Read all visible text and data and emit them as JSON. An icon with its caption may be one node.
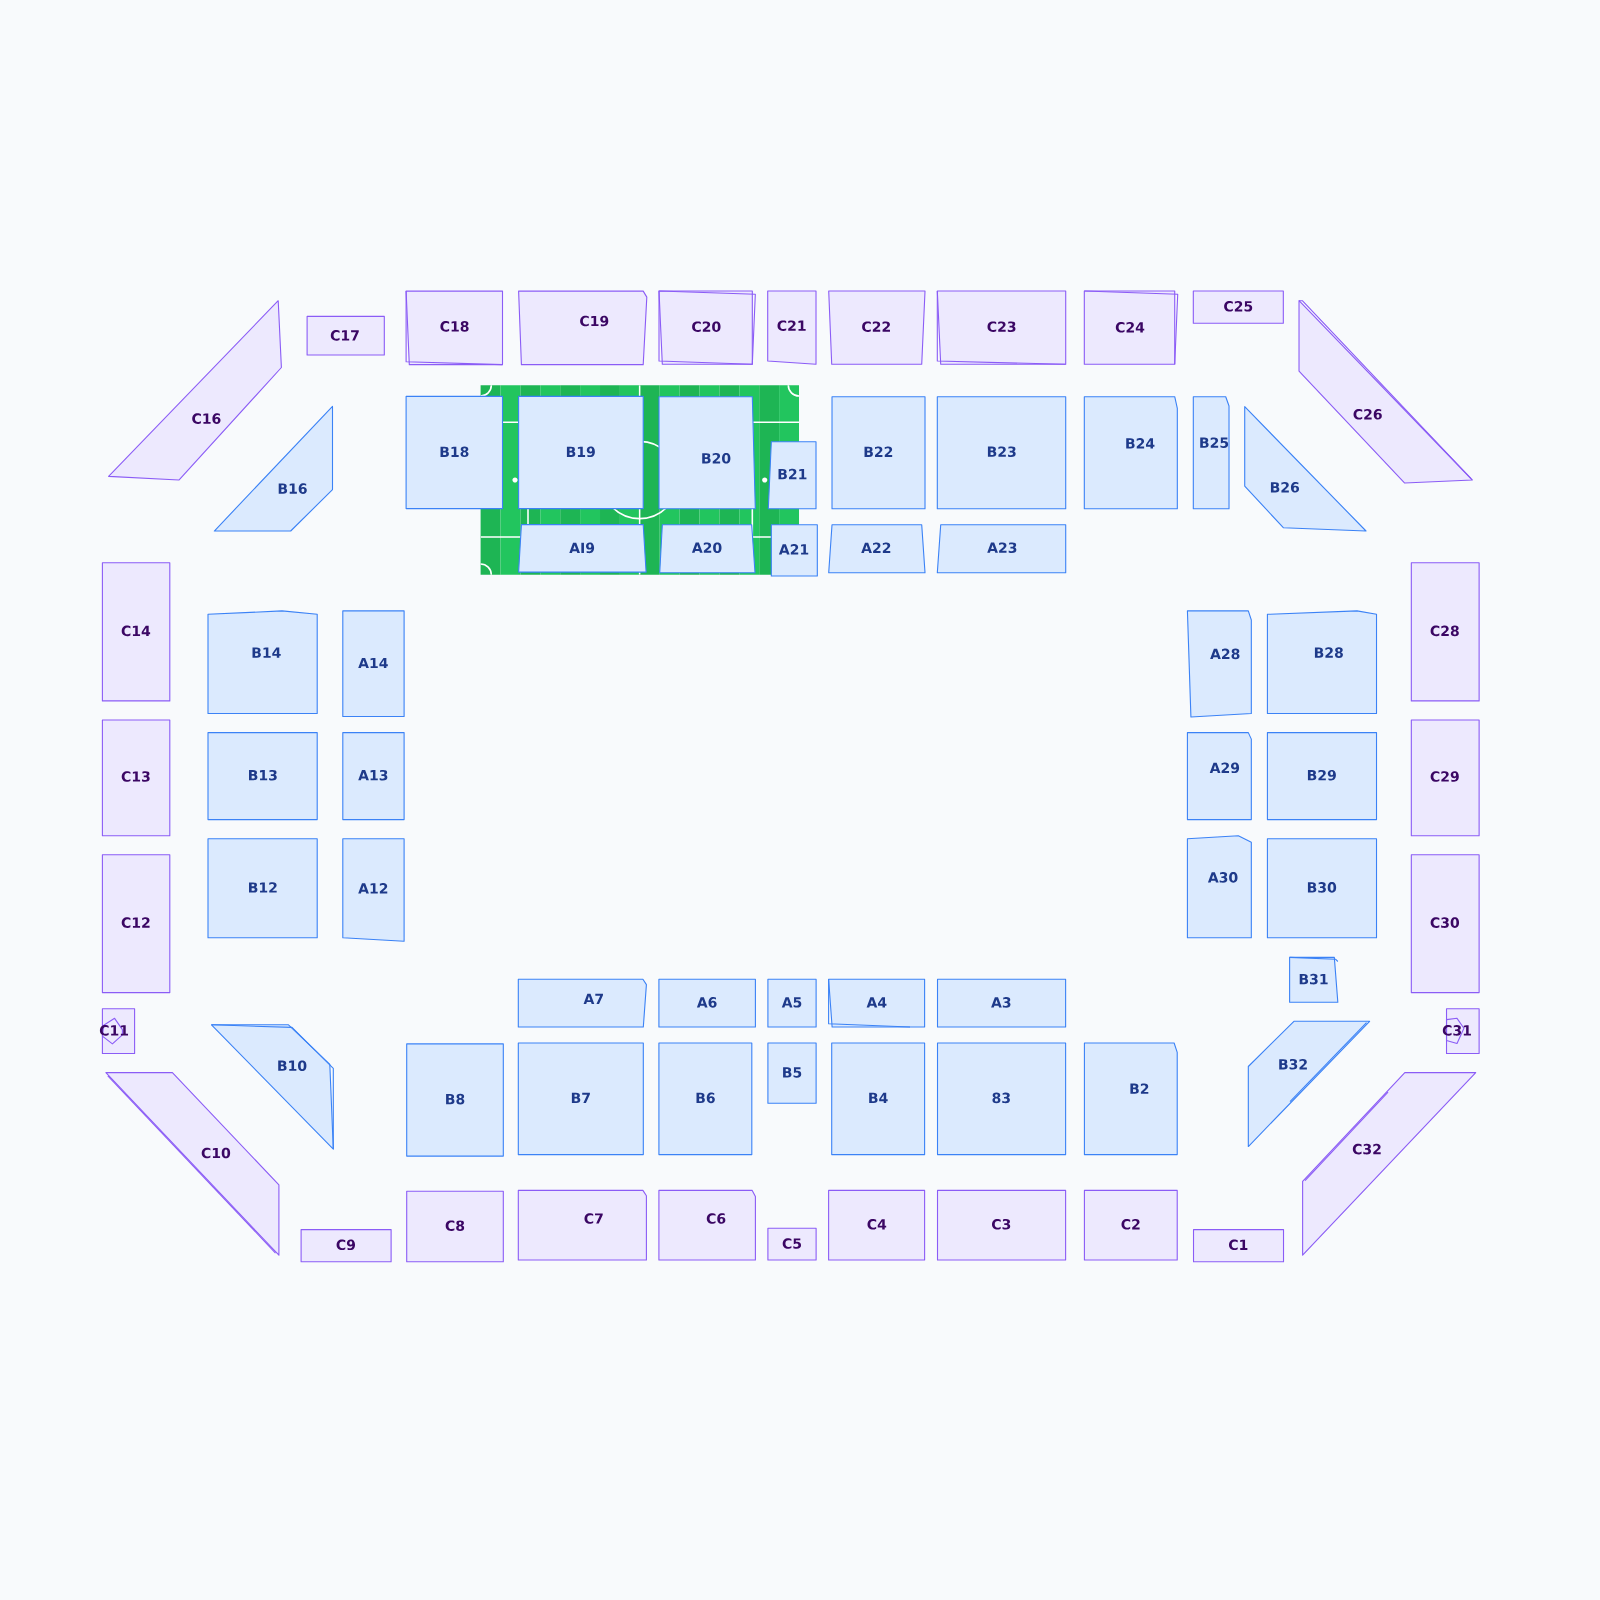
{
  "diagram": {
    "nodes": [
      {
        "text": [
          "C16"
        ]
      },
      {
        "text": [
          "C17"
        ]
      },
      {
        "text": [
          "C18"
        ]
      },
      {
        "text": [
          "C19"
        ]
      },
      {
        "text": [
          "C20"
        ]
      },
      {
        "text": [
          "C21"
        ]
      },
      {
        "text": [
          "C22"
        ]
      },
      {
        "text": [
          "C23"
        ]
      },
      {
        "text": [
          "C24"
        ]
      },
      {
        "text": [
          "C25"
        ]
      },
      {
        "text": [
          "C26"
        ]
      },
      {
        "text": [
          "B16"
        ]
      },
      {
        "text": [
          "B18"
        ]
      },
      {
        "text": [
          "B19"
        ]
      },
      {
        "text": [
          "B20"
        ]
      },
      {
        "text": [
          "B21"
        ]
      },
      {
        "text": [
          "B22"
        ]
      },
      {
        "text": [
          "B23"
        ]
      },
      {
        "text": [
          "B24"
        ]
      },
      {
        "text": [
          "B25"
        ]
      },
      {
        "text": [
          "B26"
        ]
      },
      {
        "text": [
          "AI9"
        ]
      },
      {
        "text": [
          "A20"
        ]
      },
      {
        "text": [
          "A21"
        ]
      },
      {
        "text": [
          "A22"
        ]
      },
      {
        "text": [
          "A23"
        ]
      },
      {
        "text": [
          "C14"
        ]
      },
      {
        "text": [
          "B14"
        ]
      },
      {
        "text": [
          "A14"
        ]
      },
      {
        "text": [
          "A28"
        ]
      },
      {
        "text": [
          "B28"
        ]
      },
      {
        "text": [
          "C28"
        ]
      },
      {
        "text": [
          "C13"
        ]
      },
      {
        "text": [
          "B13"
        ]
      },
      {
        "text": [
          "A13"
        ]
      },
      {
        "text": [
          "A29"
        ]
      },
      {
        "text": [
          "B29"
        ]
      },
      {
        "text": [
          "C29"
        ]
      },
      {
        "text": [
          "C12"
        ]
      },
      {
        "text": [
          "B12"
        ]
      },
      {
        "text": [
          "A12"
        ]
      },
      {
        "text": [
          "A30"
        ]
      },
      {
        "text": [
          "B30"
        ]
      },
      {
        "text": [
          "C30"
        ]
      },
      {
        "text": [
          "B31"
        ]
      },
      {
        "text": [
          "A7"
        ]
      },
      {
        "text": [
          "A6"
        ]
      },
      {
        "text": [
          "A5"
        ]
      },
      {
        "text": [
          "A4"
        ]
      },
      {
        "text": [
          "A3"
        ]
      },
      {
        "text": [
          "C11"
        ]
      },
      {
        "text": [
          "B10"
        ]
      },
      {
        "text": [
          "C31"
        ]
      },
      {
        "text": [
          "B32"
        ]
      },
      {
        "text": [
          "B8"
        ]
      },
      {
        "text": [
          "B7"
        ]
      },
      {
        "text": [
          "B6"
        ]
      },
      {
        "text": [
          "B5"
        ]
      },
      {
        "text": [
          "B4"
        ]
      },
      {
        "text": [
          "83"
        ]
      },
      {
        "text": [
          "B2"
        ]
      },
      {
        "text": [
          "C10"
        ]
      },
      {
        "text": [
          "C32"
        ]
      },
      {
        "text": [
          "C9"
        ]
      },
      {
        "text": [
          "C8"
        ]
      },
      {
        "text": [
          "C7"
        ]
      },
      {
        "text": [
          "C6"
        ]
      },
      {
        "text": [
          "C5"
        ]
      },
      {
        "text": [
          "C4"
        ]
      },
      {
        "text": [
          "C3"
        ]
      },
      {
        "text": [
          "C2"
        ]
      },
      {
        "text": [
          "C1"
        ]
      }
    ]
  }
}
